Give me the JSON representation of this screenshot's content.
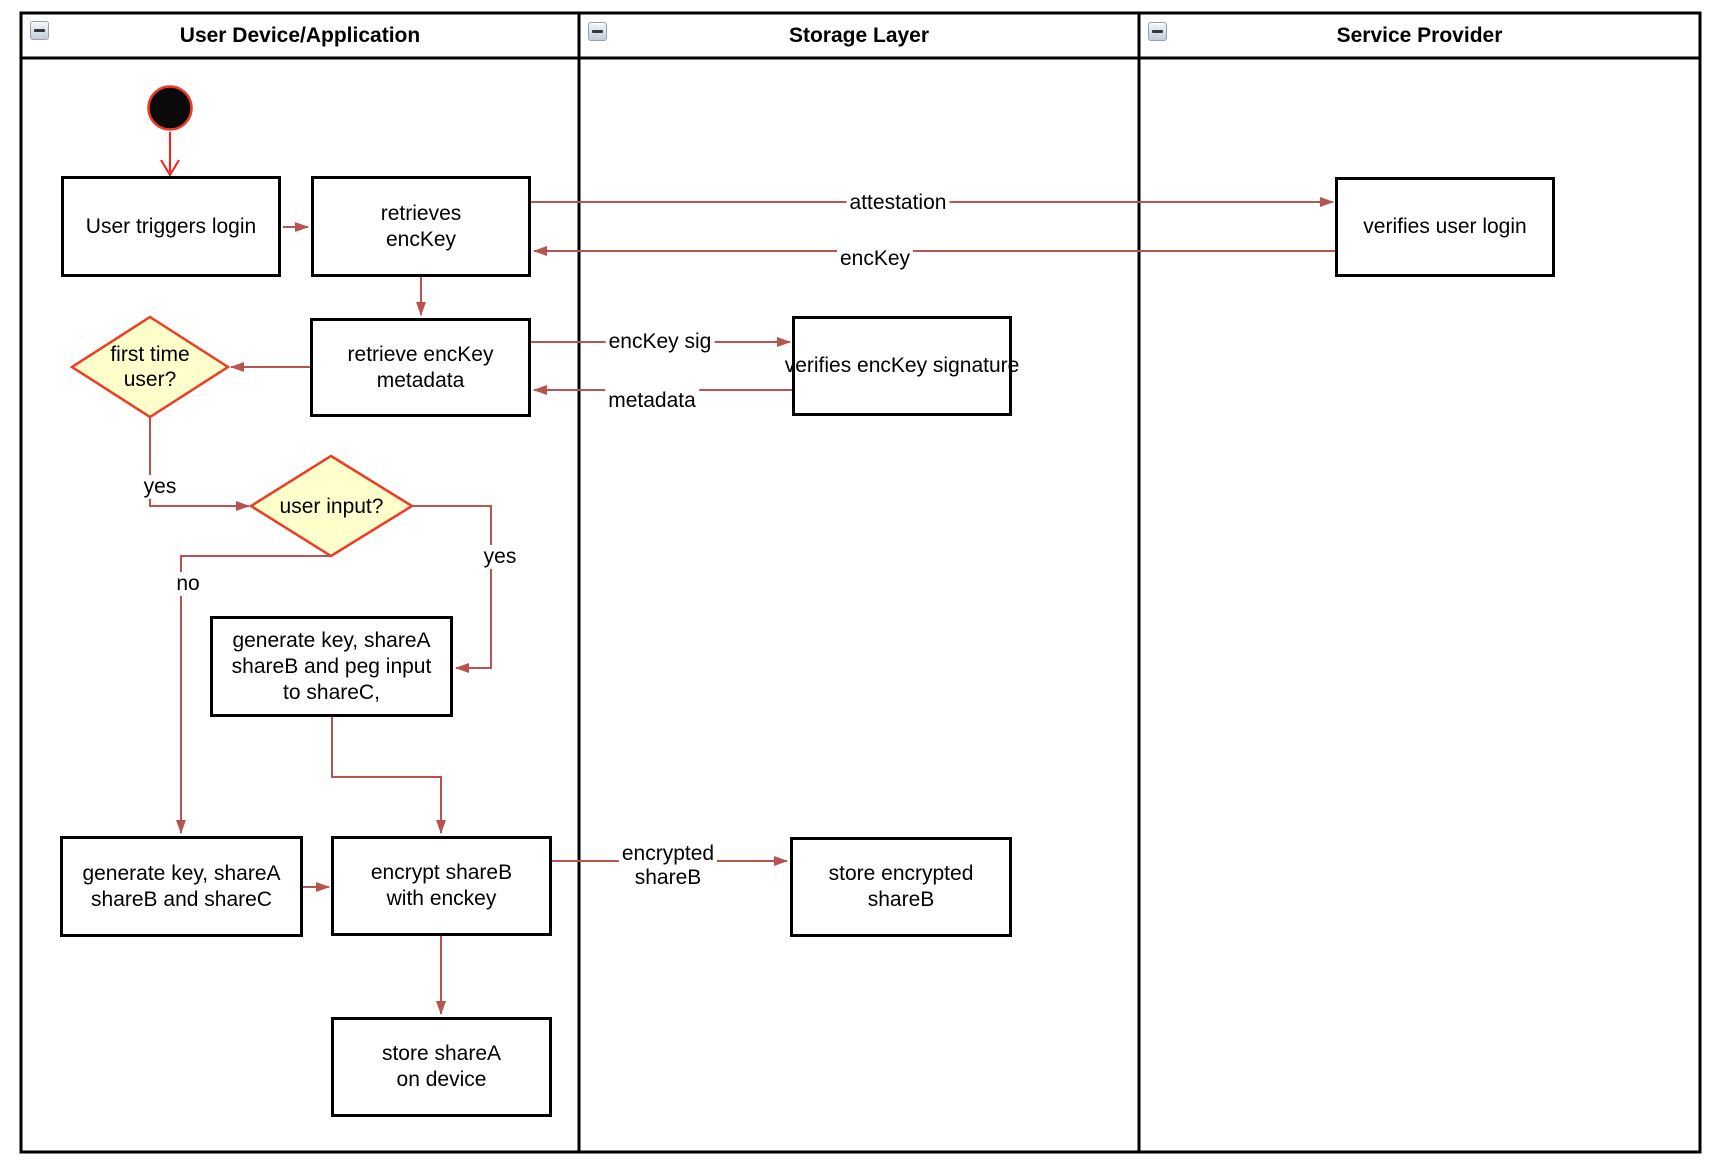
{
  "lanes": [
    {
      "title": "User Device/Application"
    },
    {
      "title": "Storage Layer"
    },
    {
      "title": "Service Provider"
    }
  ],
  "nodes": {
    "user_triggers_login": "User triggers login",
    "retrieves_enckey": "retrieves\nencKey",
    "verifies_user_login": "verifies user login",
    "retrieve_enckey_metadata": "retrieve encKey\nmetadata",
    "verifies_enckey_signature": "verifies encKey signature",
    "first_time_user": "first time\nuser?",
    "user_input": "user input?",
    "generate_key_peg_input": "generate key, shareA\nshareB and peg input\nto shareC,",
    "generate_key_sharec": "generate key, shareA\nshareB and shareC",
    "encrypt_shareb": "encrypt shareB\nwith enckey",
    "store_encrypted_shareb": "store encrypted\nshareB",
    "store_sharea_device": "store shareA\non device"
  },
  "edge_labels": {
    "attestation": "attestation",
    "enckey": "encKey",
    "enckey_sig": "encKey sig",
    "metadata": "metadata",
    "yes_first_time": "yes",
    "yes_user_input": "yes",
    "no_user_input": "no",
    "encrypted_shareb": "encrypted\nshareB"
  },
  "colors": {
    "edge": "#B85450",
    "start_arrow": "#FF1A1A",
    "decision_fill": "#FFFFCC",
    "decision_stroke": "#EF3B24",
    "node_border": "#000000",
    "lane_border": "#000000",
    "start_node_fill": "#0A0A0A"
  }
}
